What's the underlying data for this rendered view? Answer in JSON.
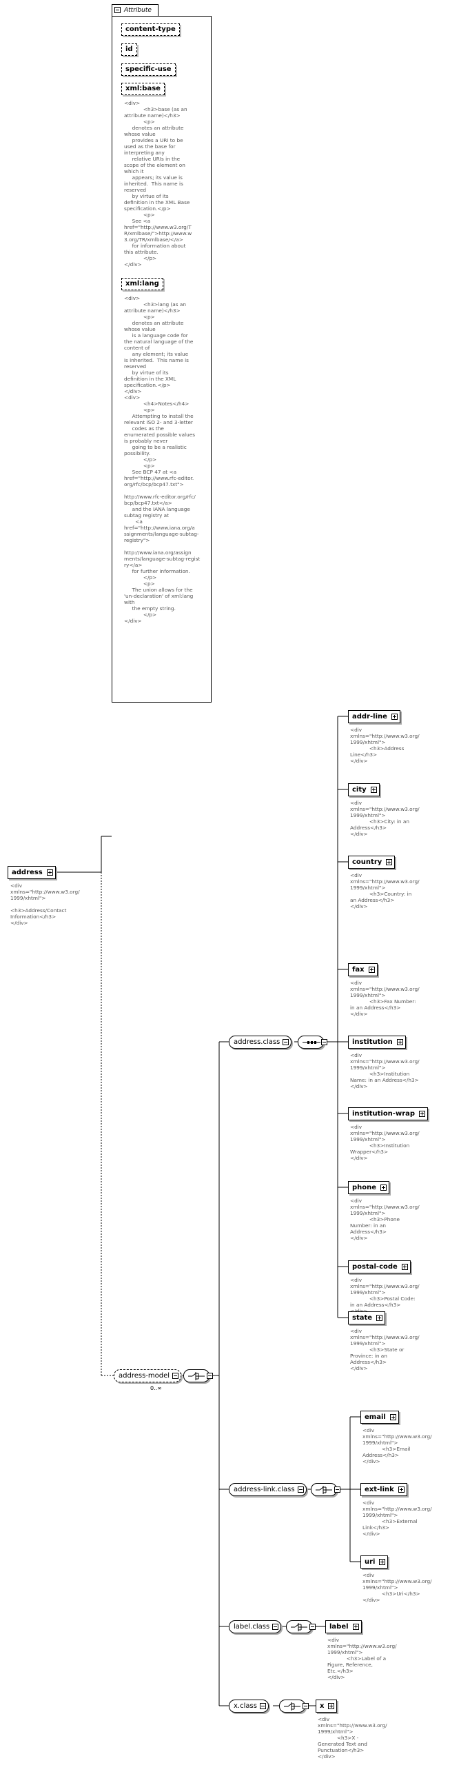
{
  "attribute_group": {
    "tab_label": "Attribute",
    "attributes": [
      {
        "name": "content-type"
      },
      {
        "name": "id"
      },
      {
        "name": "specific-use"
      },
      {
        "name": "xml:base",
        "doc": "<div>\n            <h3>base (as an\nattribute name)</h3>\n            <p>\n     denotes an attribute\nwhose value\n     provides a URI to be\nused as the base for\ninterpreting any\n     relative URIs in the\nscope of the element on\nwhich it\n     appears; its value is\ninherited.  This name is\nreserved\n     by virtue of its\ndefinition in the XML Base\nspecification.</p>\n            <p>\n     See <a\nhref=\"http://www.w3.org/T\nR/xmlbase/\">http://www.w\n3.org/TR/xmlbase/</a>\n     for information about\nthis attribute.\n            </p>\n</div>"
      },
      {
        "name": "xml:lang",
        "doc": "<div>\n            <h3>lang (as an\nattribute name)</h3>\n            <p>\n     denotes an attribute\nwhose value\n     is a language code for\nthe natural language of the\ncontent of\n     any element; its value\nis inherited.  This name is\nreserved\n     by virtue of its\ndefinition in the XML\nspecification.</p>\n</div>\n<div>\n            <h4>Notes</h4>\n            <p>\n     Attempting to install the\nrelevant ISO 2- and 3-letter\n     codes as the\nenumerated possible values\nis probably never\n     going to be a realistic\npossibility.\n            </p>\n            <p>\n     See BCP 47 at <a\nhref=\"http://www.rfc-editor.\norg/rfc/bcp/bcp47.txt\">\n\nhttp://www.rfc-editor.org/rfc/\nbcp/bcp47.txt</a>\n     and the IANA language\nsubtag registry at\n       <a\nhref=\"http://www.iana.org/a\nssignments/language-subtag-\nregistry\">\n\nhttp://www.iana.org/assign\nments/language-subtag-regist\nry</a>\n     for further information.\n            </p>\n            <p>\n     The union allows for the\n'un-declaration' of xml:lang\nwith\n     the empty string.\n            </p>\n</div>"
      }
    ]
  },
  "root": {
    "name": "address",
    "doc": "<div\nxmlns=\"http://www.w3.org/\n1999/xhtml\">\n\n<h3>Address/Contact\nInformation</h3>\n</div>"
  },
  "address_model": {
    "name": "address-model",
    "cardinality": "0..∞"
  },
  "groups": [
    {
      "name": "address.class",
      "children": [
        {
          "name": "addr-line",
          "doc": "<div\nxmlns=\"http://www.w3.org/\n1999/xhtml\">\n            <h3>Address\nLine</h3>\n</div>"
        },
        {
          "name": "city",
          "doc": "<div\nxmlns=\"http://www.w3.org/\n1999/xhtml\">\n            <h3>City: in an\nAddress</h3>\n</div>"
        },
        {
          "name": "country",
          "doc": "<div\nxmlns=\"http://www.w3.org/\n1999/xhtml\">\n            <h3>Country: in\nan Address</h3>\n</div>"
        },
        {
          "name": "fax",
          "doc": "<div\nxmlns=\"http://www.w3.org/\n1999/xhtml\">\n            <h3>Fax Number:\nin an Address</h3>\n</div>"
        },
        {
          "name": "institution",
          "doc": "<div\nxmlns=\"http://www.w3.org/\n1999/xhtml\">\n            <h3>Institution\nName: in an Address</h3>\n</div>"
        },
        {
          "name": "institution-wrap",
          "doc": "<div\nxmlns=\"http://www.w3.org/\n1999/xhtml\">\n            <h3>Institution\nWrapper</h3>\n</div>"
        },
        {
          "name": "phone",
          "doc": "<div\nxmlns=\"http://www.w3.org/\n1999/xhtml\">\n            <h3>Phone\nNumber: in an\nAddress</h3>\n</div>"
        },
        {
          "name": "postal-code",
          "doc": "<div\nxmlns=\"http://www.w3.org/\n1999/xhtml\">\n            <h3>Postal Code:\nin an Address</h3>\n</div>"
        },
        {
          "name": "state",
          "doc": "<div\nxmlns=\"http://www.w3.org/\n1999/xhtml\">\n            <h3>State or\nProvince: in an\nAddress</h3>\n</div>"
        }
      ]
    },
    {
      "name": "address-link.class",
      "children": [
        {
          "name": "email",
          "doc": "<div\nxmlns=\"http://www.w3.org/\n1999/xhtml\">\n            <h3>Email\nAddress</h3>\n</div>"
        },
        {
          "name": "ext-link",
          "doc": "<div\nxmlns=\"http://www.w3.org/\n1999/xhtml\">\n            <h3>External\nLink</h3>\n</div>"
        },
        {
          "name": "uri",
          "doc": "<div\nxmlns=\"http://www.w3.org/\n1999/xhtml\">\n            <h3>Uri</h3>\n</div>"
        }
      ]
    },
    {
      "name": "label.class",
      "children": [
        {
          "name": "label",
          "doc": "<div\nxmlns=\"http://www.w3.org/\n1999/xhtml\">\n            <h3>Label of a\nFigure, Reference,\nEtc.</h3>\n</div>"
        }
      ]
    },
    {
      "name": "x.class",
      "children": [
        {
          "name": "x",
          "doc": "<div\nxmlns=\"http://www.w3.org/\n1999/xhtml\">\n            <h3>X -\nGenerated Text and\nPunctuation</h3>\n</div>"
        }
      ]
    }
  ]
}
